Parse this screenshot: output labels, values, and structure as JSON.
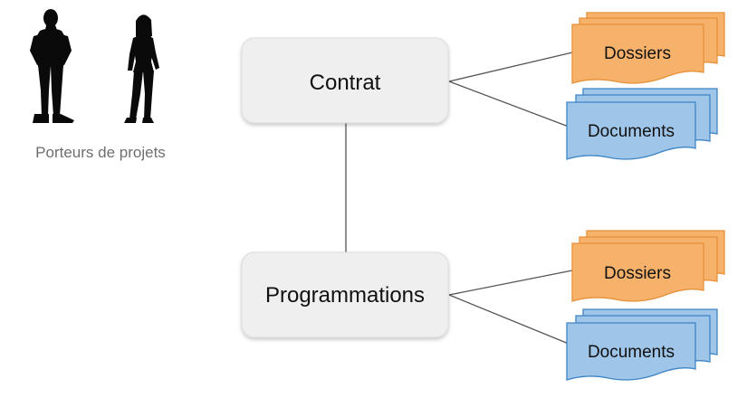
{
  "people": {
    "caption": "Porteurs de projets",
    "icons": [
      "man-silhouette-icon",
      "woman-silhouette-icon"
    ]
  },
  "nodes": {
    "contrat": "Contrat",
    "programmations": "Programmations"
  },
  "stacks": {
    "contrat_dossiers": "Dossiers",
    "contrat_documents": "Documents",
    "programmations_dossiers": "Dossiers",
    "programmations_documents": "Documents"
  },
  "colors": {
    "node_fill": "#efefef",
    "node_stroke": "#dddddd",
    "dossiers_fill": "#f6b26b",
    "dossiers_stroke": "#e69138",
    "documents_fill": "#9fc5e8",
    "documents_stroke": "#3d85c6",
    "connector": "#555555",
    "caption": "#6e6e6e"
  }
}
